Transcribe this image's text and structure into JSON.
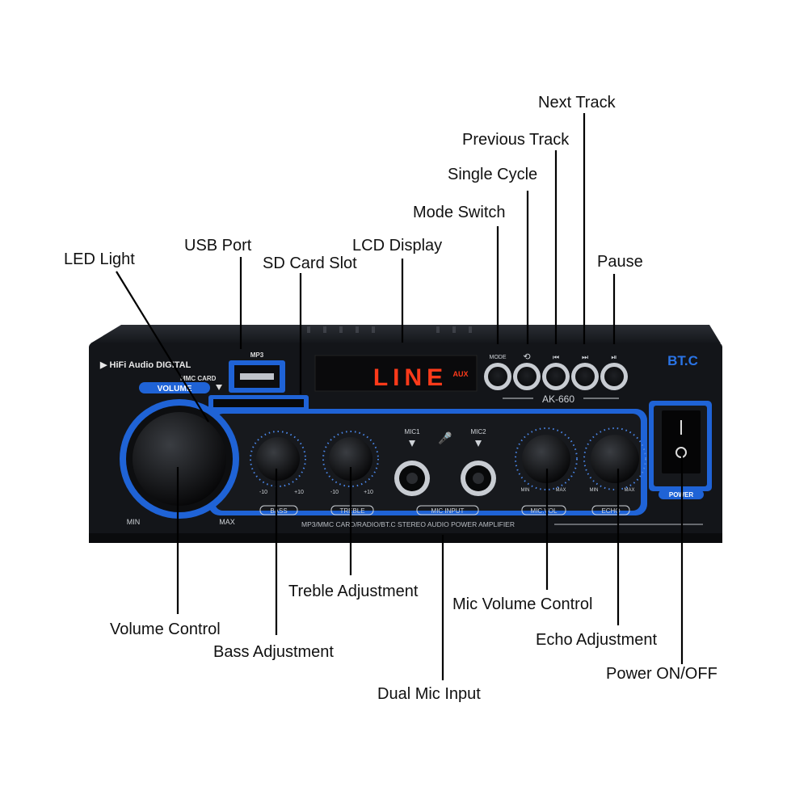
{
  "callouts": {
    "next_track": "Next Track",
    "previous_track": "Previous Track",
    "single_cycle": "Single Cycle",
    "mode_switch": "Mode Switch",
    "usb_port": "USB Port",
    "lcd_display": "LCD Display",
    "sd_card_slot": "SD Card Slot",
    "led_light": "LED Light",
    "pause": "Pause",
    "treble_adjustment": "Treble Adjustment",
    "mic_volume_control": "Mic Volume Control",
    "volume_control": "Volume Control",
    "echo_adjustment": "Echo Adjustment",
    "bass_adjustment": "Bass Adjustment",
    "power_on_off": "Power ON/OFF",
    "dual_mic_input": "Dual Mic Input"
  },
  "panel": {
    "brand": "▶ HiFi Audio DIGITAL",
    "mp3": "MP3",
    "mmc_card": "MMC CARD",
    "volume": "VOLUME",
    "bt": "BT.C",
    "lcd_text": "LINE",
    "lcd_aux": "AUX",
    "model": "AK-660",
    "power": "POWER",
    "mode_btn": "MODE",
    "min": "MIN",
    "max": "MAX",
    "minus10": "-10",
    "plus10": "+10",
    "bass": "BASS",
    "treble": "TREBLE",
    "mic_input": "MIC INPUT",
    "mic_vol": "MIC.VOL",
    "echo": "ECHO",
    "mic1": "MIC1",
    "mic2": "MIC2",
    "bottom_text": "MP3/MMC CARD/RADIO/BT.C STEREO AUDIO POWER AMPLIFIER"
  },
  "colors": {
    "accent_blue": "#1f63d6",
    "lcd_red": "#ff3a1a",
    "chassis": "#15171b"
  }
}
